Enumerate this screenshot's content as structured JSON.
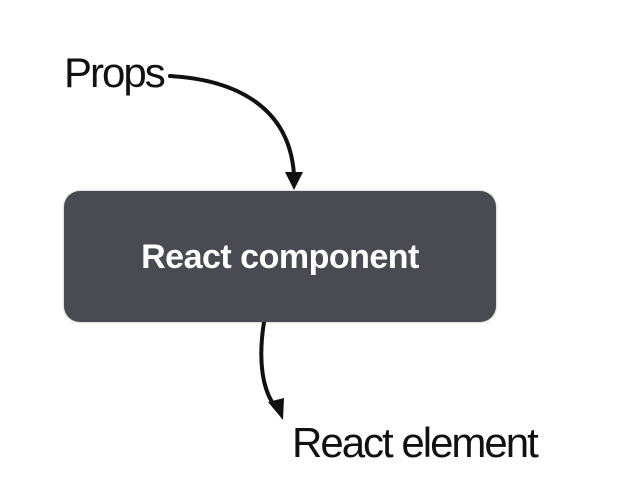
{
  "diagram": {
    "input_label": "Props",
    "component_label": "React component",
    "output_label": "React element"
  },
  "colors": {
    "box_fill": "#4a4b52",
    "box_text": "#ffffff",
    "line": "#111111",
    "text": "#111111",
    "background": "#ffffff"
  }
}
